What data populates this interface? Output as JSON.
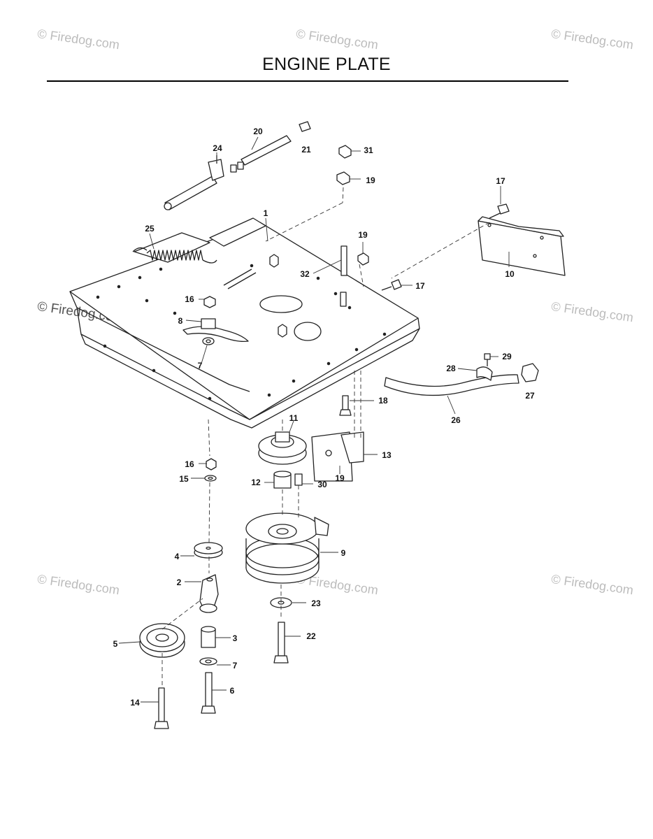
{
  "title": "ENGINE PLATE",
  "watermark": "© Firedog.com",
  "colors": {
    "line": "#222222",
    "leader": "#333333",
    "fill": "#ffffff",
    "shade": "#d9d9d9",
    "watermark": "#bcbcbc",
    "accent_dot": "#e3a0a0"
  },
  "callouts": [
    "1",
    "2",
    "3",
    "4",
    "5",
    "6",
    "7",
    "7",
    "8",
    "9",
    "10",
    "11",
    "12",
    "13",
    "14",
    "15",
    "16",
    "16",
    "17",
    "17",
    "18",
    "19",
    "19",
    "19",
    "20",
    "21",
    "22",
    "23",
    "24",
    "25",
    "26",
    "27",
    "28",
    "29",
    "30",
    "31",
    "32"
  ]
}
